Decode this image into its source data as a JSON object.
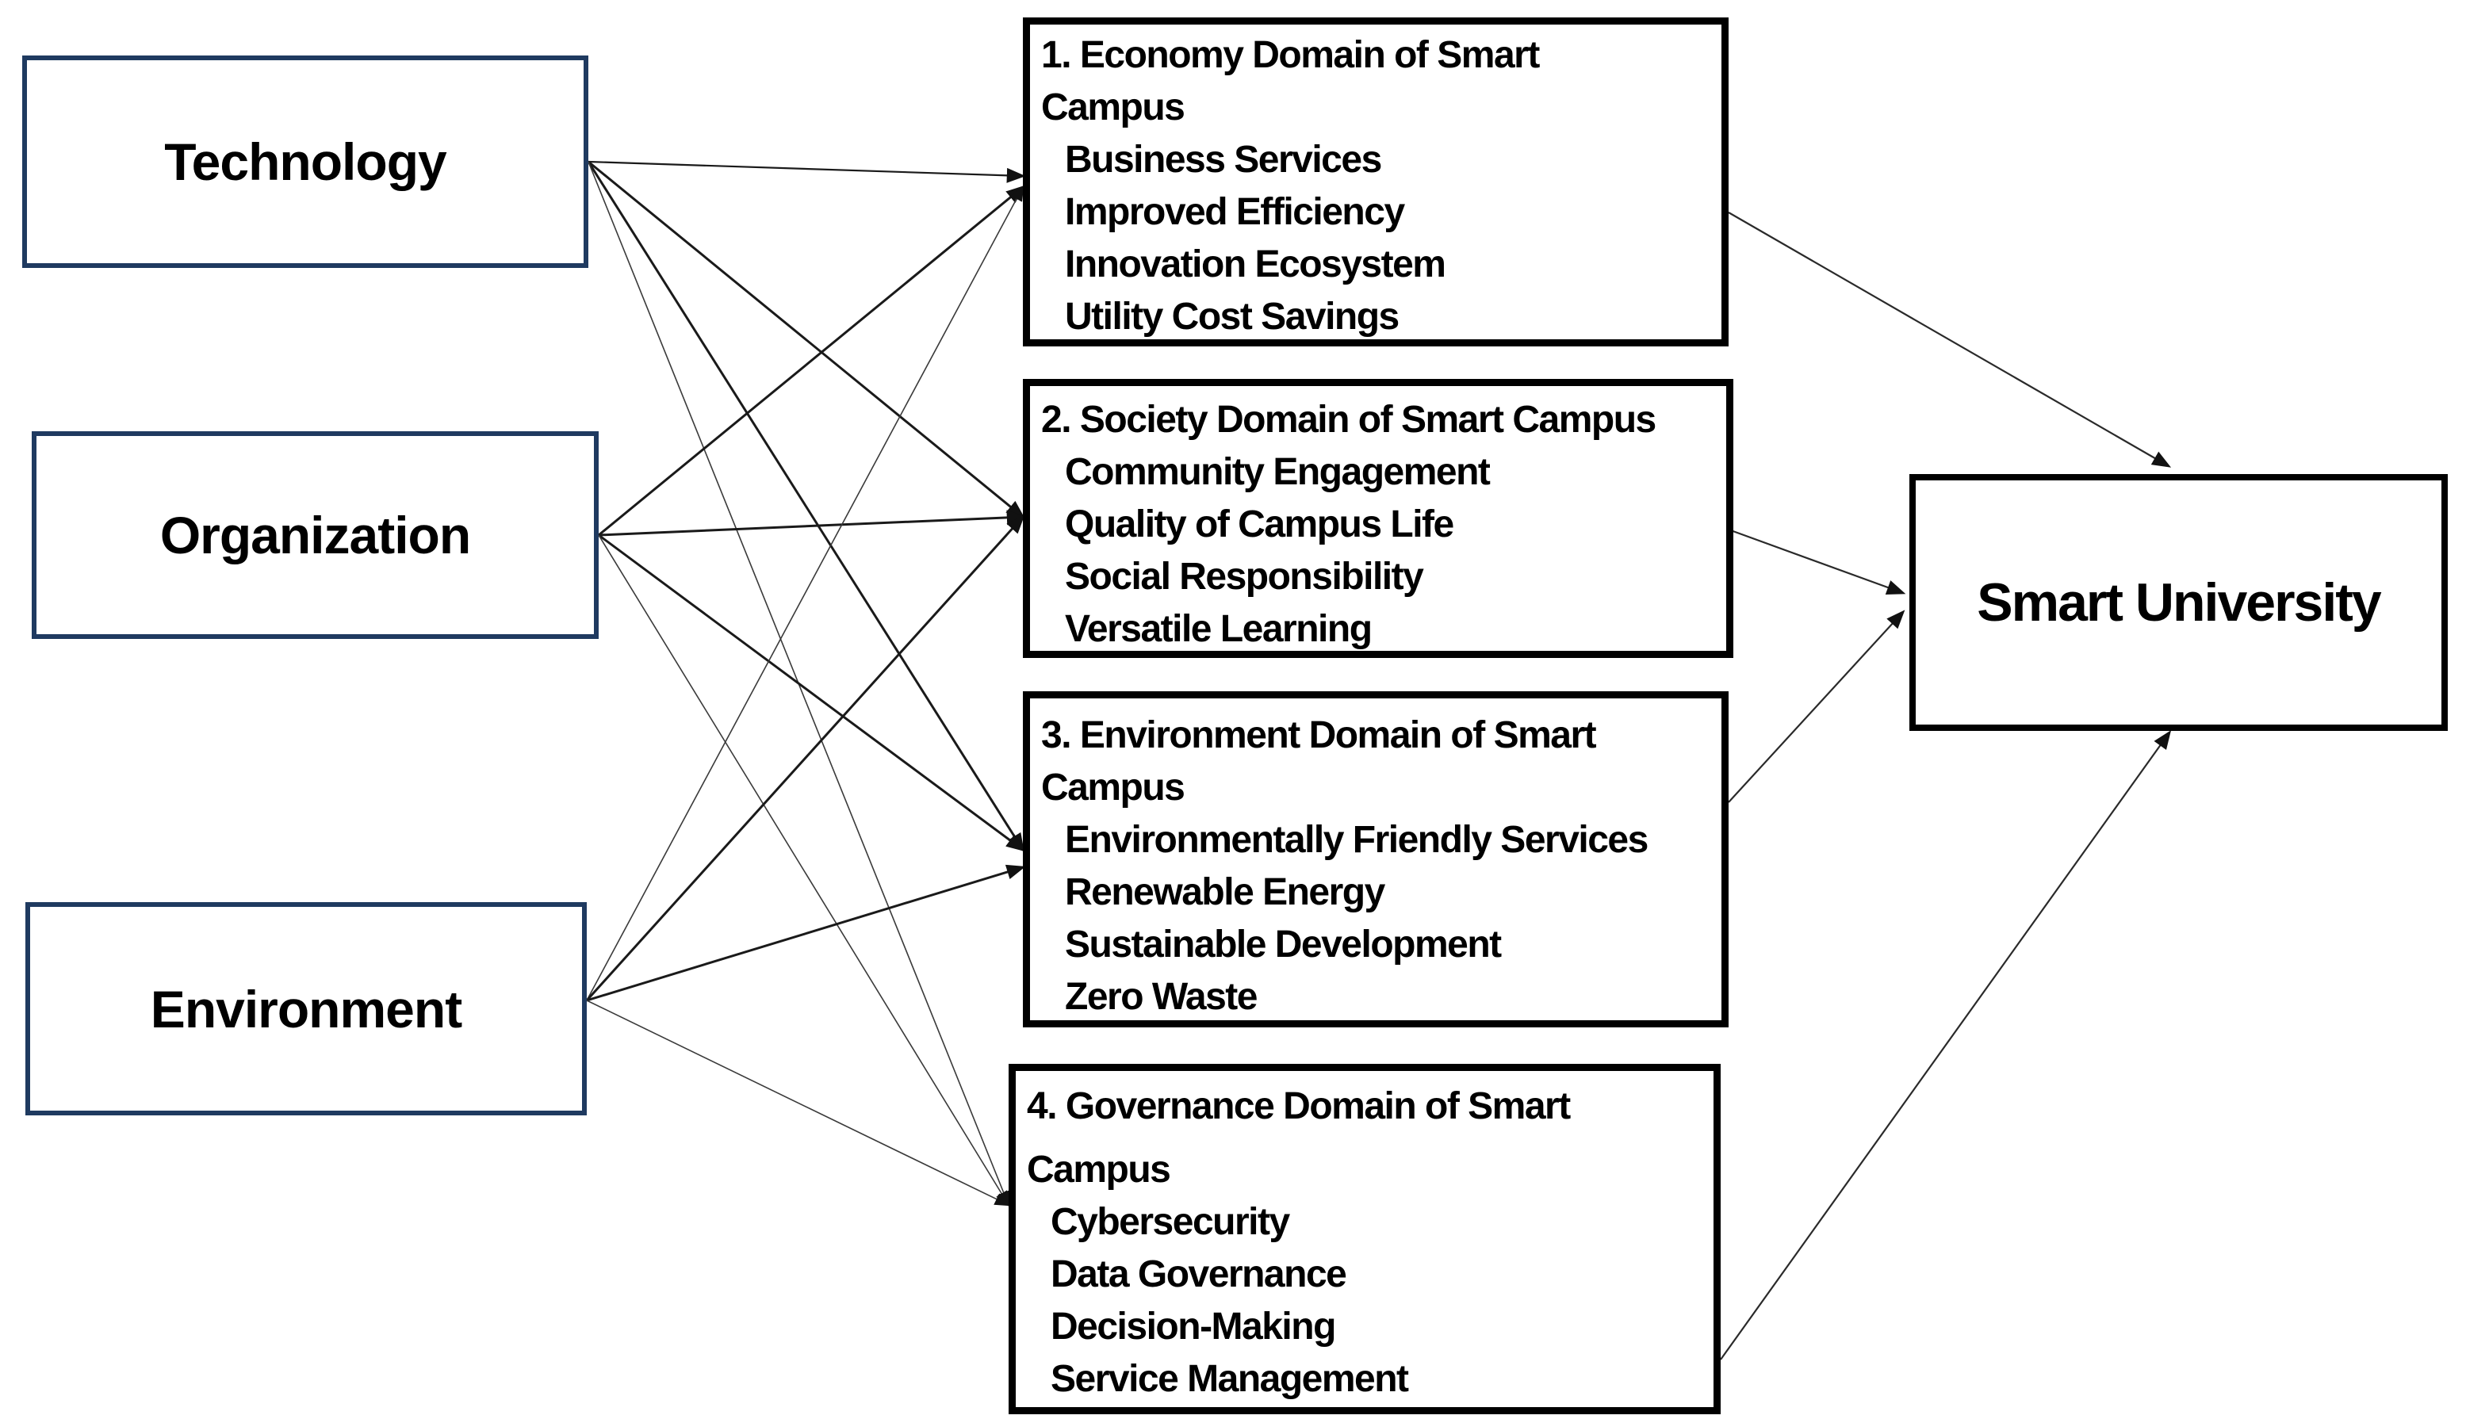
{
  "diagram": {
    "factors": [
      {
        "id": "technology",
        "label": "Technology"
      },
      {
        "id": "organization",
        "label": "Organization"
      },
      {
        "id": "environment",
        "label": "Environment"
      }
    ],
    "domains": [
      {
        "id": "economy",
        "title": "1. Economy Domain of Smart Campus",
        "title_lines": [
          "1. Economy Domain of Smart",
          "Campus"
        ],
        "items": [
          "Business Services",
          "Improved Efficiency",
          "Innovation Ecosystem",
          "Utility Cost Savings"
        ]
      },
      {
        "id": "society",
        "title": "2. Society Domain of Smart Campus",
        "title_lines": [
          "2. Society Domain of Smart Campus"
        ],
        "items": [
          "Community Engagement",
          "Quality of Campus Life",
          "Social Responsibility",
          "Versatile Learning"
        ]
      },
      {
        "id": "environment",
        "title": "3. Environment Domain of Smart Campus",
        "title_lines": [
          "3. Environment Domain of Smart",
          "Campus"
        ],
        "items": [
          "Environmentally Friendly Services",
          "Renewable Energy",
          "Sustainable Development",
          "Zero Waste"
        ]
      },
      {
        "id": "governance",
        "title": "4. Governance Domain of Smart Campus",
        "title_lines": [
          "4. Governance Domain of Smart",
          "Campus"
        ],
        "items": [
          "Cybersecurity",
          "Data Governance",
          "Decision-Making",
          "Service Management"
        ]
      }
    ],
    "outcome": {
      "label": "Smart University"
    },
    "edges": [
      {
        "from": "Technology",
        "to": "Economy Domain",
        "weight": "medium"
      },
      {
        "from": "Technology",
        "to": "Society Domain",
        "weight": "strong"
      },
      {
        "from": "Technology",
        "to": "Environment Domain",
        "weight": "strong"
      },
      {
        "from": "Technology",
        "to": "Governance Domain",
        "weight": "light"
      },
      {
        "from": "Organization",
        "to": "Economy Domain",
        "weight": "strong"
      },
      {
        "from": "Organization",
        "to": "Society Domain",
        "weight": "strong"
      },
      {
        "from": "Organization",
        "to": "Environment Domain",
        "weight": "strong"
      },
      {
        "from": "Organization",
        "to": "Governance Domain",
        "weight": "light"
      },
      {
        "from": "Environment",
        "to": "Economy Domain",
        "weight": "light"
      },
      {
        "from": "Environment",
        "to": "Society Domain",
        "weight": "strong"
      },
      {
        "from": "Environment",
        "to": "Environment Domain",
        "weight": "strong"
      },
      {
        "from": "Environment",
        "to": "Governance Domain",
        "weight": "light"
      },
      {
        "from": "Economy Domain",
        "to": "Smart University",
        "weight": "medium"
      },
      {
        "from": "Society Domain",
        "to": "Smart University",
        "weight": "medium"
      },
      {
        "from": "Environment Domain",
        "to": "Smart University",
        "weight": "medium"
      },
      {
        "from": "Governance Domain",
        "to": "Smart University",
        "weight": "medium"
      }
    ],
    "colors": {
      "factor_border": "#1f3a60",
      "domain_border": "#000000",
      "outcome_border": "#000000",
      "arrow": "#1a1a1a",
      "background": "#ffffff"
    }
  }
}
